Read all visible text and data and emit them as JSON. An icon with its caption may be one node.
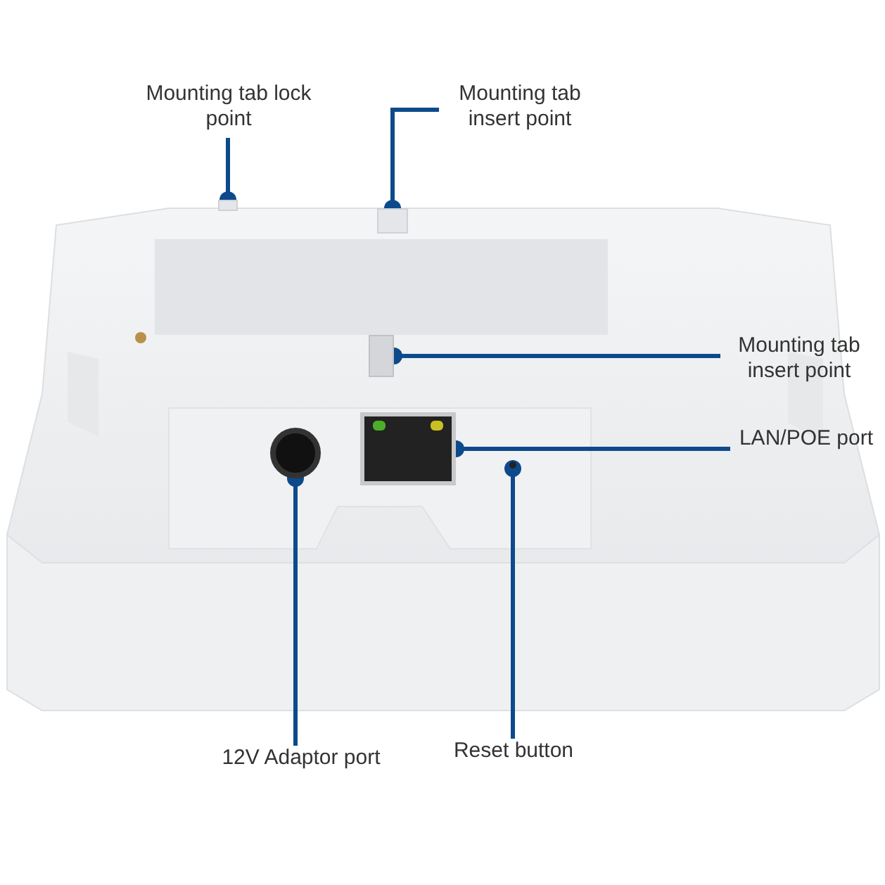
{
  "diagram": {
    "nodes": [
      {
        "text": [
          "Mounting tab lock point"
        ]
      },
      {
        "text": [
          "Mounting tab insert point"
        ]
      },
      {
        "text": [
          "Mounting tab insert point"
        ]
      },
      {
        "text": [
          "LAN/POE port"
        ]
      },
      {
        "text": [
          "12V Adaptor port"
        ]
      },
      {
        "text": [
          "Reset button"
        ]
      },
      {
        "text": [],
        "shape": "box"
      },
      {
        "text": [],
        "shape": "box"
      },
      {
        "text": [],
        "shape": "box"
      },
      {
        "text": [],
        "shape": "box"
      },
      {
        "text": [],
        "shape": "circle"
      },
      {
        "text": [],
        "shape": "circle"
      }
    ],
    "edges": [
      {
        "from": 0,
        "to": 6,
        "arrow": "other"
      },
      {
        "from": 1,
        "to": 7,
        "arrow": "other"
      },
      {
        "from": 2,
        "to": 8,
        "arrow": "other"
      },
      {
        "from": 3,
        "to": 9,
        "arrow": "other"
      },
      {
        "from": 4,
        "to": 10,
        "arrow": "other"
      },
      {
        "from": 5,
        "to": 11,
        "arrow": "other"
      }
    ]
  }
}
